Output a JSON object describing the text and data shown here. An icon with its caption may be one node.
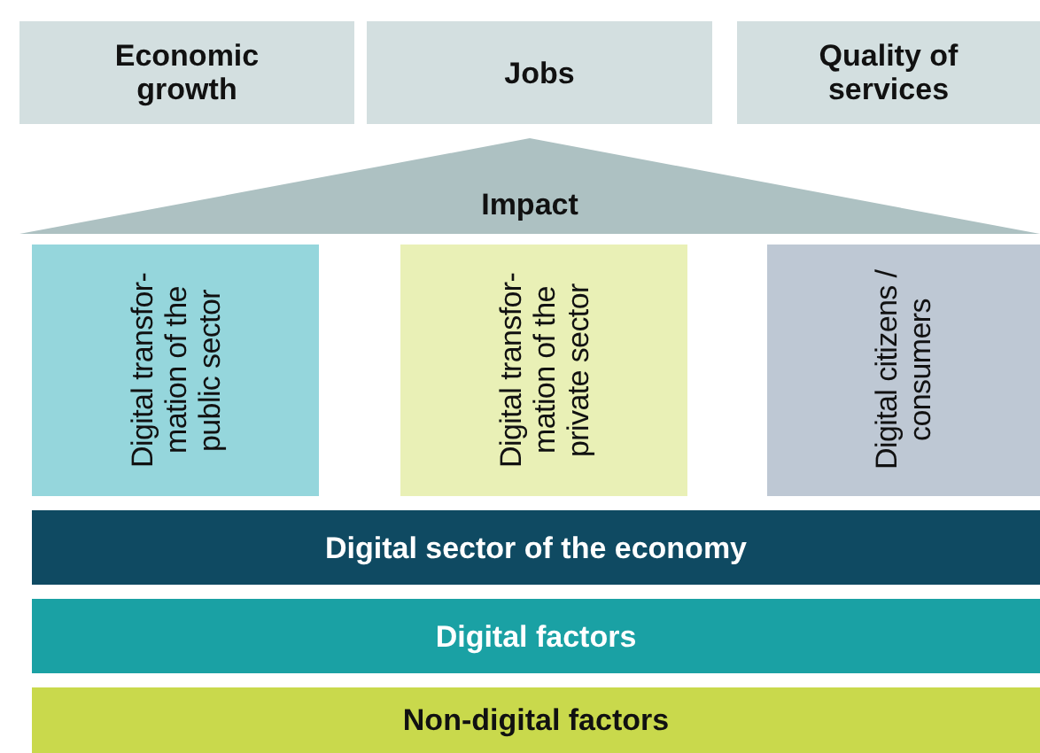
{
  "diagram": {
    "nodes": [
      {
        "text": [
          "Economic growth"
        ]
      },
      {
        "text": [
          "Jobs"
        ]
      },
      {
        "text": [
          "Quality of services"
        ]
      },
      {
        "text": [
          "Impact"
        ]
      },
      {
        "text": [
          "Digital transfor- mation of the public sector"
        ]
      },
      {
        "text": [
          "Digital transfor- mation of the private sector"
        ]
      },
      {
        "text": [
          "Digital citizens / consumers"
        ]
      },
      {
        "text": [
          "Digital sector of the economy"
        ]
      },
      {
        "text": [
          "Digital factors"
        ]
      },
      {
        "text": [
          "Non-digital factors"
        ]
      }
    ],
    "edges": []
  }
}
